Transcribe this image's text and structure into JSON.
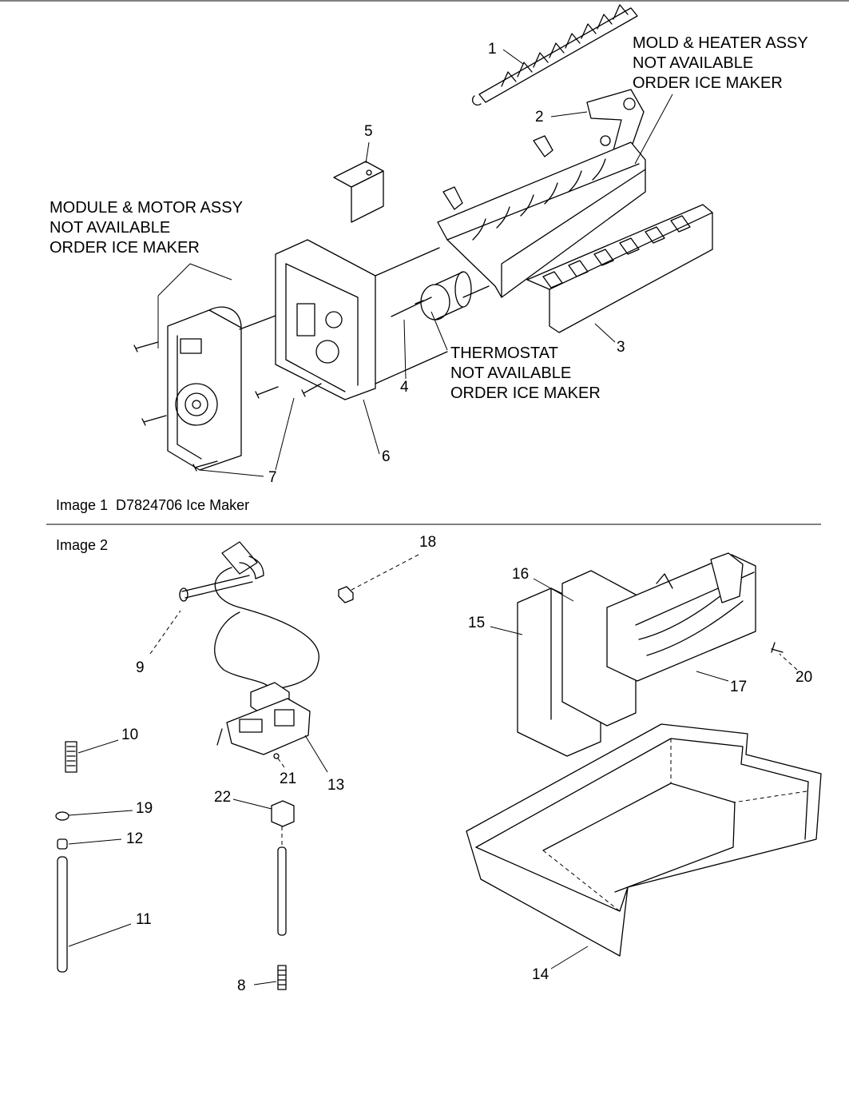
{
  "image1": {
    "caption": "Image 1  D7824706 Ice Maker",
    "notes": {
      "mold": [
        "MOLD & HEATER ASSY",
        "NOT AVAILABLE",
        "ORDER ICE MAKER"
      ],
      "module": [
        "MODULE & MOTOR ASSY",
        "NOT AVAILABLE",
        "ORDER ICE MAKER"
      ],
      "thermostat": [
        "THERMOSTAT",
        "NOT AVAILABLE",
        "ORDER ICE MAKER"
      ]
    },
    "callouts": [
      "1",
      "2",
      "3",
      "4",
      "5",
      "6",
      "7"
    ]
  },
  "image2": {
    "caption": "Image 2",
    "callouts": [
      "18",
      "16",
      "15",
      "9",
      "20",
      "17",
      "10",
      "21",
      "13",
      "22",
      "19",
      "12",
      "11",
      "14",
      "8"
    ]
  }
}
